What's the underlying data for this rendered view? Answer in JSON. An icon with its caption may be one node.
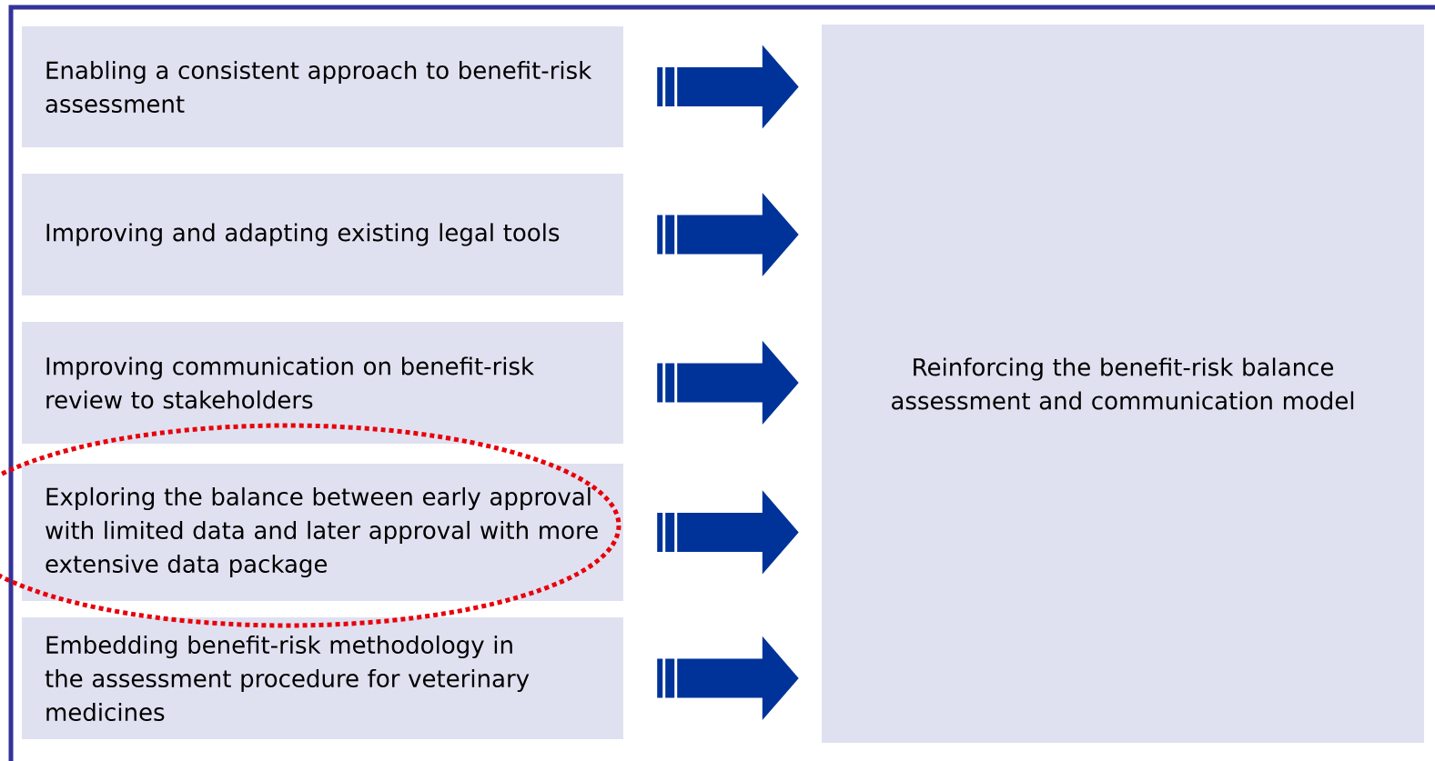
{
  "diagram": {
    "nodes": [
      {
        "text": [
          "Enabling a consistent approach to benefit-risk assessment"
        ]
      },
      {
        "text": [
          "Improving and adapting existing legal tools"
        ]
      },
      {
        "text": [
          "Improving communication on benefit-risk review to stakeholders"
        ]
      },
      {
        "text": [
          "Exploring the balance between early approval with limited data and later approval with more extensive data package"
        ]
      },
      {
        "text": [
          "Embedding benefit-risk methodology in the assessment procedure for veterinary medicines"
        ]
      },
      {
        "text": [
          "Reinforcing the benefit-risk balance assessment and communication model"
        ]
      }
    ],
    "edges": [
      {
        "from": 0,
        "to": 5,
        "arrow": "to"
      },
      {
        "from": 1,
        "to": 5,
        "arrow": "to"
      },
      {
        "from": 2,
        "to": 5,
        "arrow": "to"
      },
      {
        "from": 3,
        "to": 5,
        "arrow": "to"
      },
      {
        "from": 4,
        "to": 5,
        "arrow": "to"
      }
    ]
  }
}
